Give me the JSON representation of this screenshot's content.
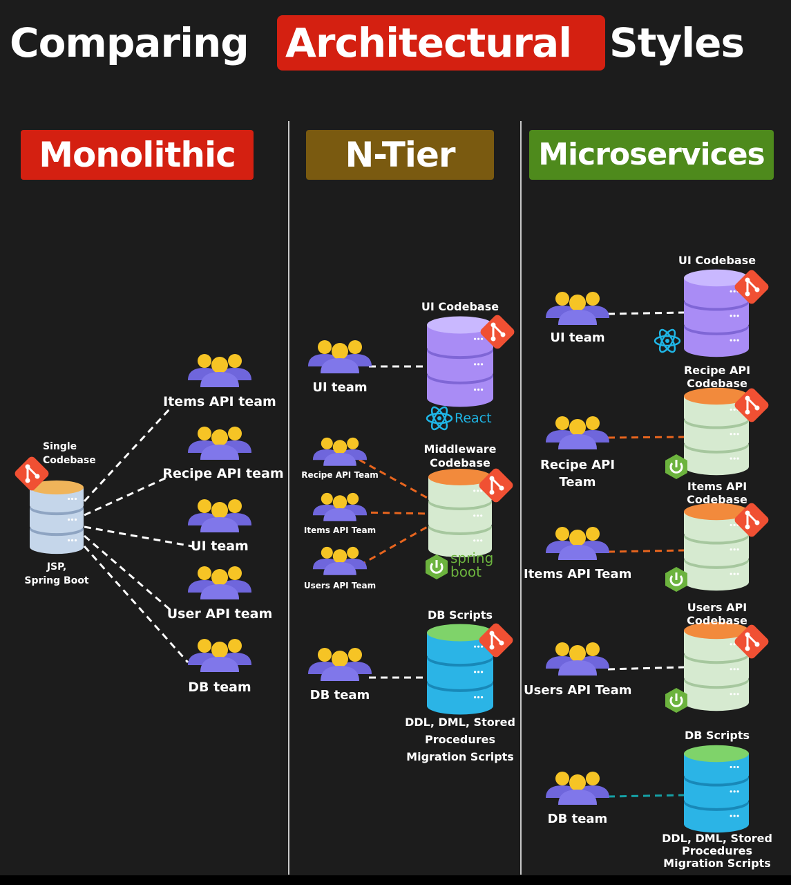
{
  "title": {
    "part1": "Comparing",
    "highlight": "Architectural",
    "part2": "Styles"
  },
  "columns": {
    "monolithic": "Monolithic",
    "ntier": "N-Tier",
    "microservices": "Microservices"
  },
  "colors": {
    "background": "#1c1c1c",
    "title_highlight": "#d42011",
    "monolithic_bg": "#d42011",
    "ntier_bg": "#7a5a10",
    "microservices_bg": "#4e8a1c",
    "git_icon": "#f05033",
    "team_icon_people": "#6f66dc",
    "team_icon_heads": "#f6c425",
    "connector_white": "#ffffff",
    "connector_orange": "#e8651e",
    "connector_teal": "#15a1a6"
  },
  "monolithic": {
    "codebase_label": "Single\nCodebase",
    "tech_label": "JSP,\nSpring Boot",
    "teams": [
      "Items API team",
      "Recipe API team",
      "UI team",
      "User API team",
      "DB team"
    ]
  },
  "ntier": {
    "ui_team": "UI team",
    "ui_codebase": "UI Codebase",
    "react_label": "React",
    "middleware_codebase": "Middleware\nCodebase",
    "recipe_team": "Recipe API Team",
    "items_team": "Items API Team",
    "users_team": "Users API Team",
    "spring_label_1": "spring",
    "spring_label_2": "boot",
    "db_scripts": "DB Scripts",
    "db_team": "DB team",
    "db_desc": "DDL, DML, Stored\nProcedures\nMigration Scripts"
  },
  "microservices": {
    "ui_codebase": "UI Codebase",
    "ui_team": "UI team",
    "recipe_codebase": "Recipe API\nCodebase",
    "recipe_team": "Recipe API\nTeam",
    "items_codebase": "Items API\nCodebase",
    "items_team": "Items API Team",
    "users_codebase": "Users API\nCodebase",
    "users_team": "Users API Team",
    "db_scripts": "DB Scripts",
    "db_team": "DB team",
    "db_desc": "DDL, DML, Stored\nProcedures\nMigration Scripts"
  },
  "icons": [
    "git-icon",
    "team-icon",
    "database-icon",
    "react-icon",
    "spring-icon"
  ]
}
